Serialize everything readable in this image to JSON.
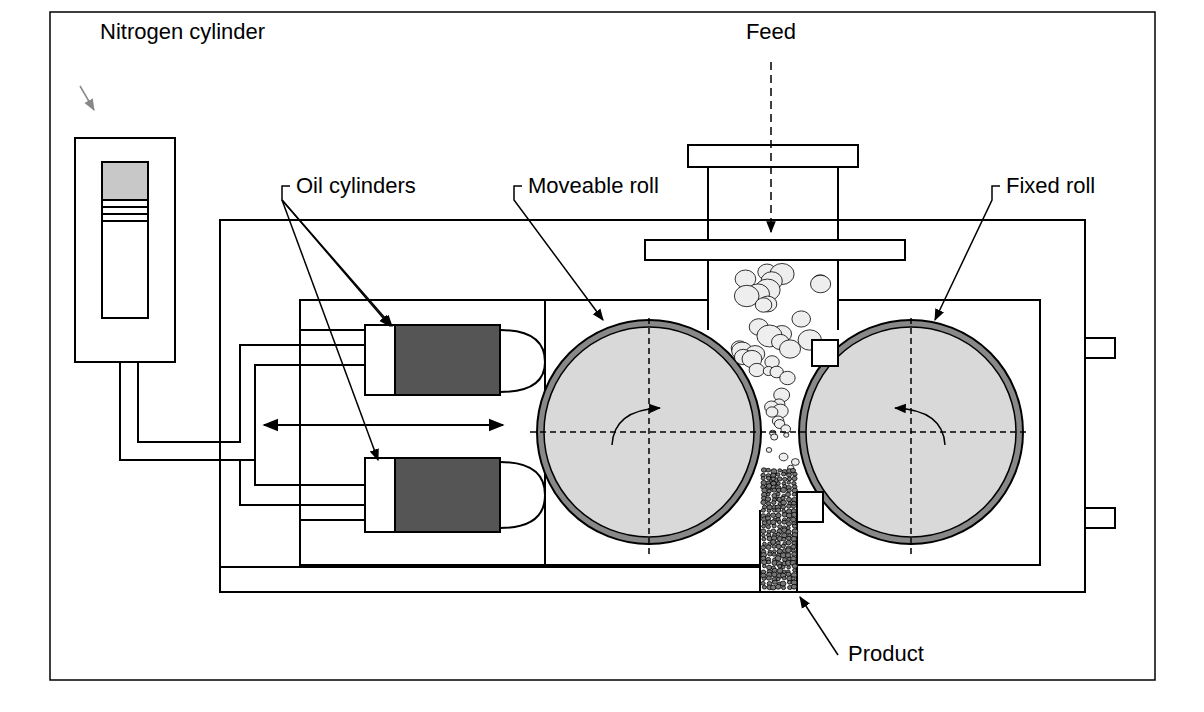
{
  "diagram": {
    "labels": [
      "Nitrogen cylinder",
      "Feed",
      "Oil cylinders",
      "Moveable roll",
      "Fixed roll",
      "Product"
    ]
  }
}
